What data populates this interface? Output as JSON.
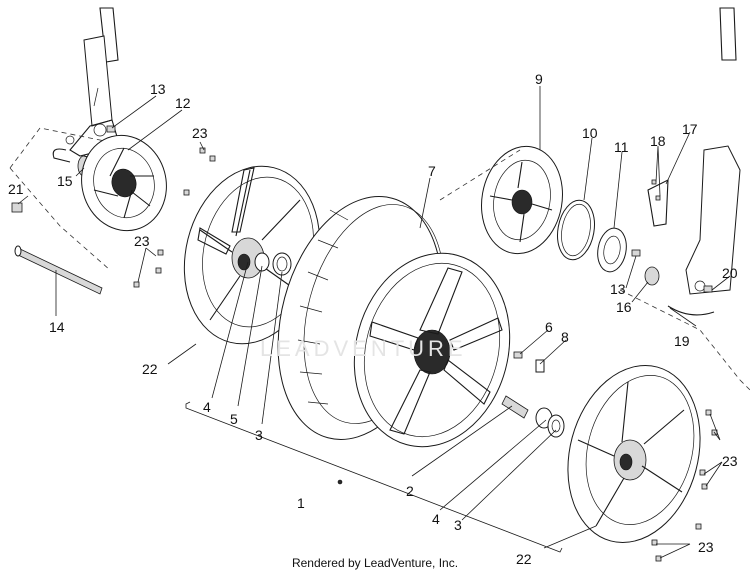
{
  "labels": {
    "p1": "1",
    "p2": "2",
    "p3a": "3",
    "p3b": "3",
    "p4a": "4",
    "p4b": "4",
    "p5": "5",
    "p6": "6",
    "p7": "7",
    "p8": "8",
    "p9": "9",
    "p10": "10",
    "p11": "11",
    "p12": "12",
    "p13a": "13",
    "p13b": "13",
    "p14": "14",
    "p15": "15",
    "p16": "16",
    "p17": "17",
    "p18": "18",
    "p19": "19",
    "p20": "20",
    "p21": "21",
    "p22a": "22",
    "p22b": "22",
    "p23a": "23",
    "p23b": "23",
    "p23c": "23",
    "p23d": "23"
  },
  "footer": "Rendered by LeadVenture, Inc.",
  "watermark": "LEADVENTURE"
}
